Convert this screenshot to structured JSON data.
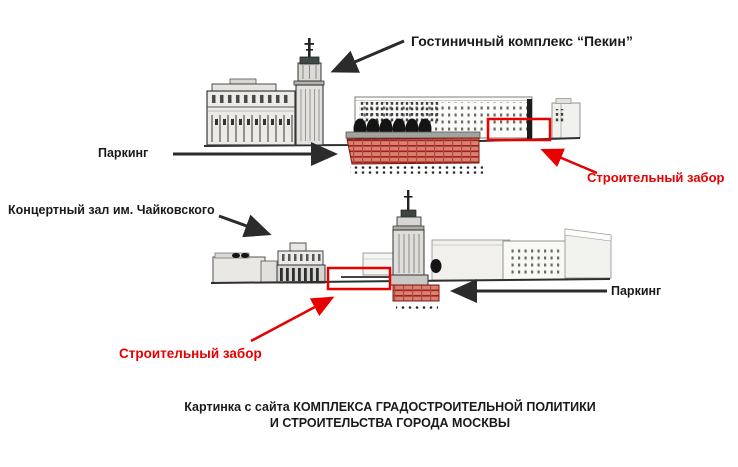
{
  "diagram": {
    "top_view": {
      "hotel_label": "Гостиничный комплекс “Пекин”",
      "parking_label": "Паркинг",
      "fence_label": "Строительный забор"
    },
    "bottom_view": {
      "hall_label": "Концертный зал им. Чайковского",
      "parking_label": "Паркинг",
      "fence_label": "Строительный забор"
    },
    "caption": {
      "line1": "Картинка с сайта КОМПЛЕКСА ГРАДОСТРОИТЕЛЬНОЙ ПОЛИТИКИ",
      "line2": "И СТРОИТЕЛЬСТВА ГОРОДА МОСКВЫ"
    },
    "colors": {
      "annotation_red": "#e60000",
      "arrow_black": "#2b2b2b",
      "parking_fill_red": "#9c2318"
    }
  }
}
